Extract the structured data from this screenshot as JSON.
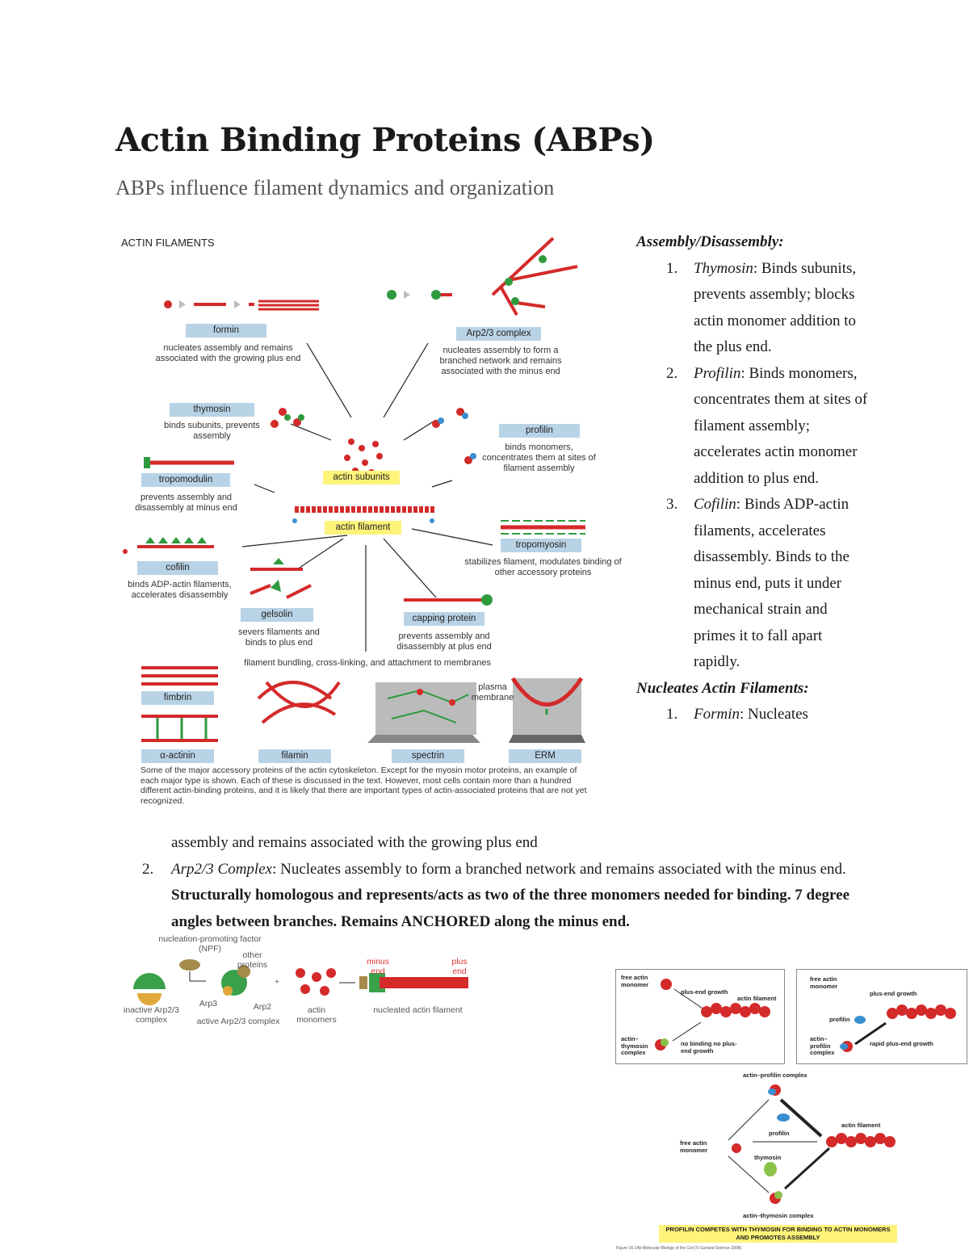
{
  "header": {
    "title": "Actin Binding Proteins (ABPs)",
    "subtitle": "ABPs influence filament dynamics and organization"
  },
  "figure": {
    "heading": "ACTIN FILAMENTS",
    "formin": {
      "label": "formin",
      "desc": "nucleates assembly and remains associated with the growing plus end"
    },
    "arp": {
      "label": "Arp2/3 complex",
      "desc": "nucleates assembly to form a branched network and remains associated with the minus end"
    },
    "thymosin": {
      "label": "thymosin",
      "desc": "binds subunits, prevents assembly"
    },
    "profilin": {
      "label": "profilin",
      "desc": "binds monomers, concentrates them at sites of filament assembly"
    },
    "actin_subunits": "actin subunits",
    "tropomodulin": {
      "label": "tropomodulin",
      "desc": "prevents assembly and disassembly at minus end"
    },
    "actin_filament": "actin filament",
    "tropomyosin": {
      "label": "tropomyosin",
      "desc": "stabilizes filament, modulates binding of other accessory proteins"
    },
    "cofilin": {
      "label": "cofilin",
      "desc": "binds ADP-actin filaments, accelerates disassembly"
    },
    "gelsolin": {
      "label": "gelsolin",
      "desc": "severs filaments and binds to plus end"
    },
    "capping": {
      "label": "capping protein",
      "desc": "prevents assembly and disassembly at plus end"
    },
    "bundling": "filament bundling, cross-linking, and attachment to membranes",
    "fimbrin": "fimbrin",
    "alpha_actinin": "α-actinin",
    "filamin": "filamin",
    "spectrin": "spectrin",
    "erm": "ERM",
    "plasma_membrane": "plasma membrane",
    "caption": "Some of the major accessory proteins of the actin cytoskeleton. Except for the myosin motor proteins, an example of each major type is shown. Each of these is discussed in the text. However, most cells contain more than a hundred different actin-binding proteins, and it is likely that there are important types of actin-associated proteins that are not yet recognized."
  },
  "notes": {
    "assembly_heading": "Assembly/Disassembly:",
    "items": [
      {
        "num": "1.",
        "name": "Thymosin",
        "text": ": Binds subunits, prevents assembly; blocks actin monomer addition to the plus end."
      },
      {
        "num": "2.",
        "name": "Profilin",
        "text": ": Binds monomers, concentrates them at sites of filament assembly; accelerates actin monomer addition to plus end."
      },
      {
        "num": "3.",
        "name": "Cofilin",
        "text": ": Binds ADP-actin filaments, accelerates disassembly. Binds to the minus end, puts it under mechanical strain and primes it to fall apart rapidly."
      }
    ],
    "nucleates_heading": "Nucleates Actin Filaments:",
    "formin_num": "1.",
    "formin_name": "Formin",
    "formin_text": ": Nucleates",
    "formin_cont": "assembly and remains associated with the growing plus end",
    "arp_num": "2.",
    "arp_name": "Arp2/3 Complex",
    "arp_text": ": Nucleates assembly to form a branched network and remains associated with the minus end. ",
    "arp_bold": "Structurally homologous and represents/acts as two of the three monomers needed for binding. 7 degree angles between branches. Remains ANCHORED along the minus end."
  },
  "arp_figure": {
    "npf": "nucleation-promoting factor (NPF)",
    "other": "other proteins",
    "arp3": "Arp3",
    "arp2": "Arp2",
    "inactive": "inactive Arp2/3 complex",
    "active": "active Arp2/3 complex",
    "monomers": "actin monomers",
    "minus_end": "minus end",
    "plus_end": "plus end",
    "nucleated": "nucleated actin filament",
    "plus_sign": "+"
  },
  "profilin_figure": {
    "free_monomer": "free actin monomer",
    "plus_growth": "plus-end growth",
    "actin_filament": "actin filament",
    "actin_thymosin_complex": "actin–thymosin complex",
    "no_binding": "no binding no plus-end growth",
    "profilin": "profilin",
    "actin_profilin_complex": "actin–profilin complex",
    "rapid": "rapid plus-end growth",
    "thymosin": "thymosin",
    "actin_profilin_top": "actin–profilin complex",
    "actin_thymosin_bottom": "actin–thymosin complex",
    "banner": "PROFILIN COMPETES WITH THYMOSIN FOR BINDING TO ACTIN MONOMERS AND PROMOTES ASSEMBLY",
    "credit": "Figure 16-14b Molecular Biology of the Cell (© Garland Science 2008)"
  },
  "colors": {
    "actin": "#d42a2a",
    "label_blue": "#b9d3e6",
    "highlight": "#fff37a",
    "accessory_green": "#2e9a3e"
  }
}
